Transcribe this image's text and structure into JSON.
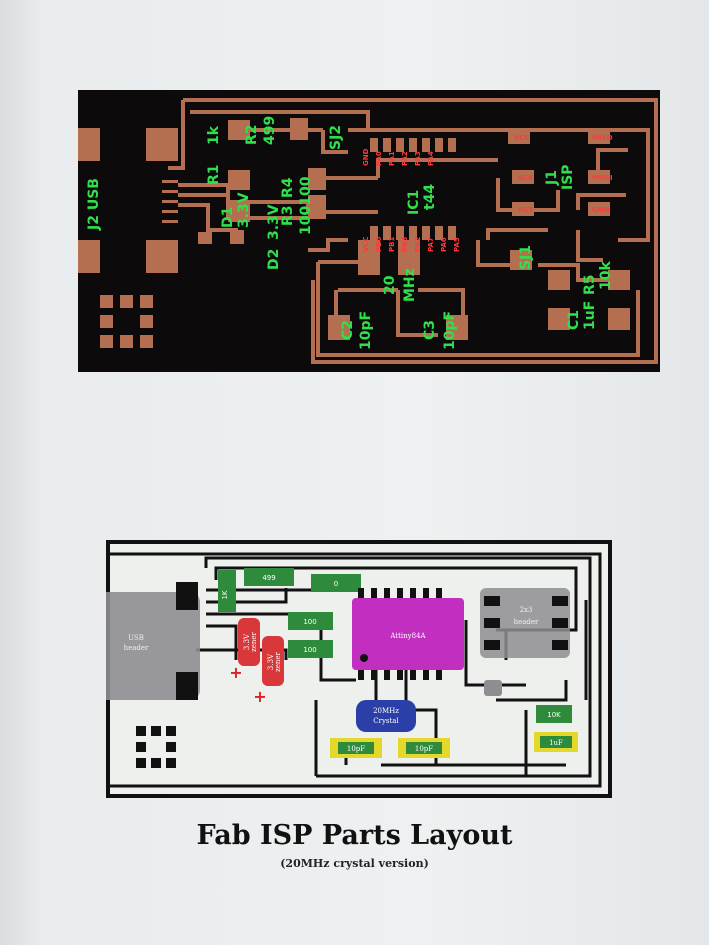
{
  "top_pcb": {
    "labels": {
      "j2": "J2 USB",
      "r1": "R1",
      "r1v": "1k",
      "r2": "R2",
      "r2v": "499",
      "sj2": "SJ2",
      "d1": "D1",
      "d1v": "3.3V",
      "d2": "D2",
      "d2v": "3.3V",
      "r3": "R3",
      "r4": "R4",
      "r34v": "100100",
      "ic1": "IC1",
      "ic1v": "t44",
      "j1": "J1",
      "j1v": "ISP",
      "sj1": "SJ1",
      "r5": "R5",
      "r5v": "10k",
      "c1": "C1",
      "c1v": "1uF",
      "c2": "C2",
      "c2v": "10pF",
      "c3": "C3",
      "c3v": "10pF",
      "q": "20",
      "qv": "MHz"
    },
    "pin_labels": {
      "gnd": "GND",
      "pa0": "PA0",
      "pa1": "PA1",
      "pa2": "PA2",
      "pa3": "PA3",
      "pa4": "PA4",
      "vcc": "VCC",
      "pb0": "PB0",
      "pb1": "PB1",
      "pb3": "PB3",
      "pb2": "PB2",
      "pa7": "PA7",
      "pa6": "PA6",
      "pa5": "PA5",
      "miso": "MISO",
      "sck": "SCK",
      "rst": "RST",
      "mosi": "MOSI",
      "gnd2": "GND",
      "vcc2": "VCC"
    }
  },
  "bottom_layout": {
    "usb_header": [
      "USB",
      "header"
    ],
    "r_1k": "1K",
    "r_499": "499",
    "r_0": "0",
    "r_100a": "100",
    "r_100b": "100",
    "diode_a": [
      "3.3V",
      "zener"
    ],
    "diode_b": [
      "3.3V",
      "zener"
    ],
    "plus_signs": [
      "+",
      "+"
    ],
    "chip": "Attiny84A",
    "isp_header": [
      "2x3",
      "header"
    ],
    "crystal": [
      "20MHz",
      "Crystal"
    ],
    "cap_a": "10pF",
    "cap_b": "10pF",
    "r_10k": "10K",
    "cap_1uf": "1uF"
  },
  "caption": {
    "title": "Fab ISP Parts Layout",
    "subtitle": "(20MHz crystal version)"
  }
}
